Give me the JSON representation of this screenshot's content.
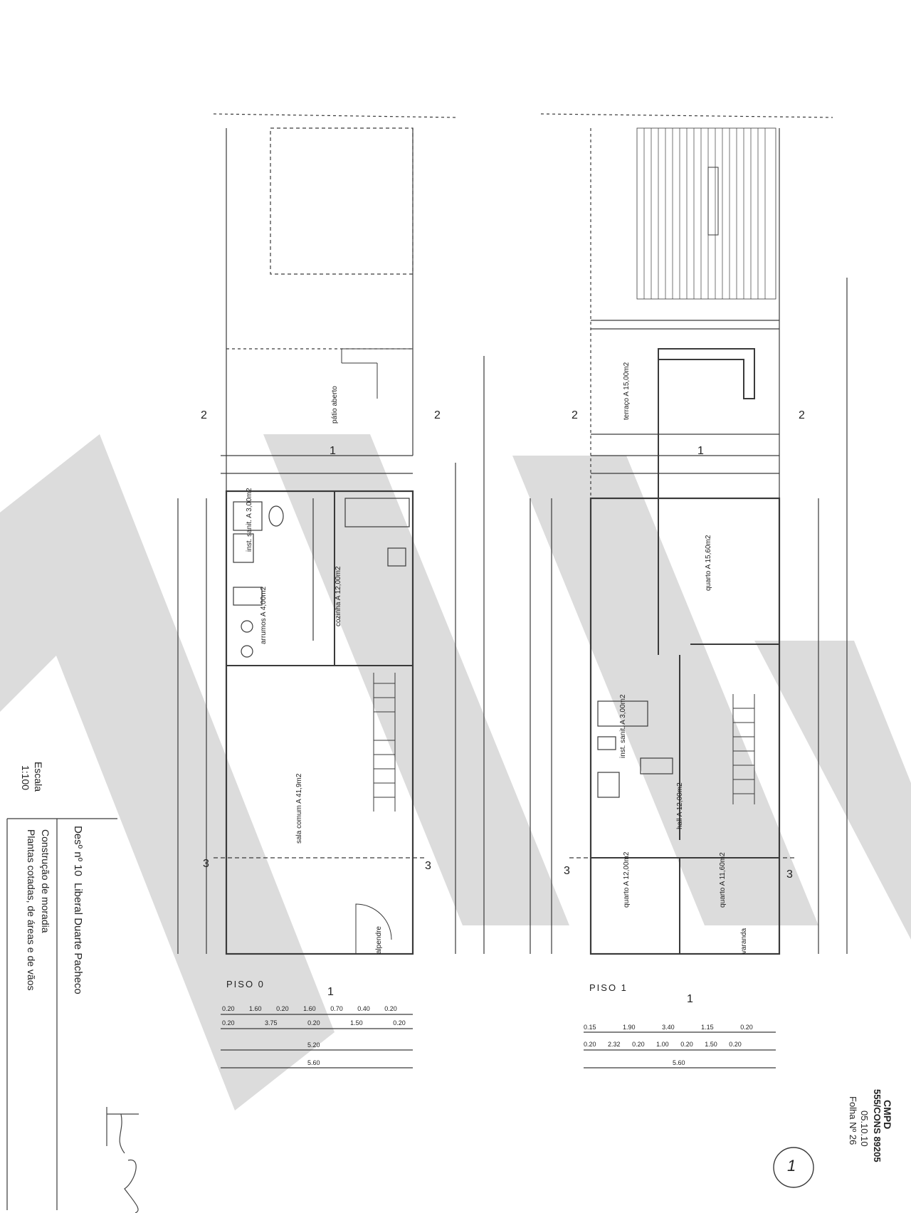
{
  "floors": [
    {
      "label": "PISO 0",
      "rooms": [
        {
          "name": "inst. sanit.",
          "area": "A 3,00m2"
        },
        {
          "name": "cozinha",
          "area": "A 12,00m2"
        },
        {
          "name": "arrumos",
          "area": "A 4,00m2"
        },
        {
          "name": "sala comum",
          "area": "A 41,9m2"
        },
        {
          "name": "pátio aberto"
        },
        {
          "name": "alpendre"
        }
      ],
      "bottom_dims_row1": [
        "0.20",
        "1.60",
        "0.20",
        "1.60",
        "0.70",
        "0.40",
        "0.20"
      ],
      "bottom_dims_row2": [
        "0.20",
        "3.75",
        "0.20",
        "1.50",
        "0.20"
      ],
      "bottom_total": "5.20",
      "bottom_total2": "5.60"
    },
    {
      "label": "PISO 1",
      "rooms": [
        {
          "name": "terraço",
          "area": "A 15,00m2"
        },
        {
          "name": "quarto",
          "area": "A 15,60m2"
        },
        {
          "name": "inst. sanit.",
          "area": "A 3,00m2"
        },
        {
          "name": "hall",
          "area": "A 12,00m2"
        },
        {
          "name": "quarto",
          "area": "A 12,00m2"
        },
        {
          "name": "quarto",
          "area": "A 11,60m2"
        },
        {
          "name": "varanda"
        }
      ],
      "bottom_dims_row1": [
        "0.15",
        "1.90",
        "3.40",
        "1.15",
        "0.20"
      ],
      "bottom_dims_row2": [
        "0.20",
        "2.32",
        "0.20",
        "1.00",
        "0.20",
        "1.50",
        "0.20"
      ],
      "bottom_total": "5.60"
    }
  ],
  "section_markers": [
    "1",
    "2",
    "3"
  ],
  "title_block": {
    "drawing_no": "Desº nº 10",
    "owner": "Liberal Duarte Pacheco",
    "scale_label": "Escala",
    "scale": "1:100",
    "work": "Construção de moradia",
    "content": "Plantas cotadas, de áreas e de vãos"
  },
  "stamp": {
    "org": "CMPD",
    "process": "555/CONS 89205",
    "date": "05.10.10",
    "sheet": "Folha Nº 26",
    "circled": "1"
  },
  "colors": {
    "line": "#3a3a3a",
    "watermark": "#d9d9d9",
    "paper": "#ffffff"
  }
}
